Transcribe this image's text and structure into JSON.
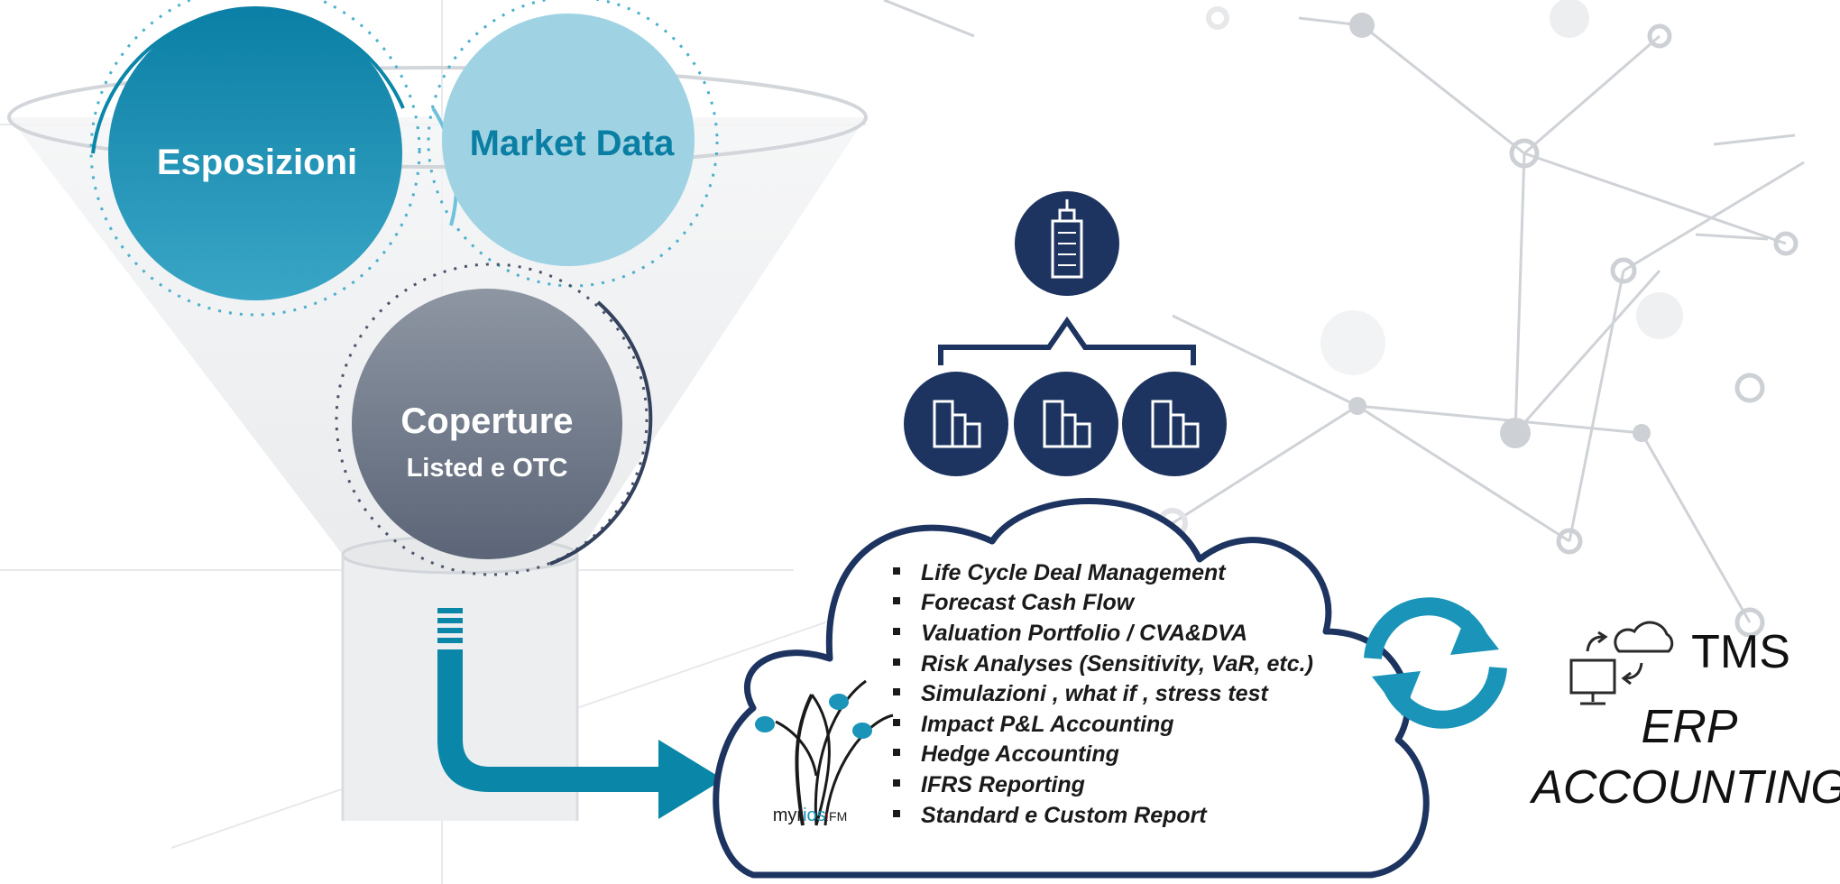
{
  "inputs": {
    "esposizioni": "Esposizioni",
    "market_data": "Market Data",
    "coperture": "Coperture",
    "coperture_sub": "Listed e OTC"
  },
  "features": [
    "Life Cycle Deal Management",
    "Forecast Cash Flow",
    "Valuation Portfolio / CVA&DVA",
    "Risk Analyses (Sensitivity, VaR, etc.)",
    "Simulazioni , what if , stress test",
    "Impact P&L Accounting",
    "Hedge Accounting",
    "IFRS Reporting",
    "Standard e Custom Report"
  ],
  "logo": {
    "prefix": "myr",
    "highlight": "ios",
    "suffix": "FM"
  },
  "integrations": {
    "tms": "TMS",
    "erp": "ERP",
    "accounting": "ACCOUNTING"
  },
  "colors": {
    "teal": "#0a86a8",
    "light_teal": "#9fd3e4",
    "navy": "#1e3460",
    "grey_circle": "#6e7a8c",
    "network_grey": "#c9ccd1"
  },
  "icons": [
    "building-icon",
    "city-icon",
    "refresh-icon",
    "cloud-sync-icon"
  ]
}
